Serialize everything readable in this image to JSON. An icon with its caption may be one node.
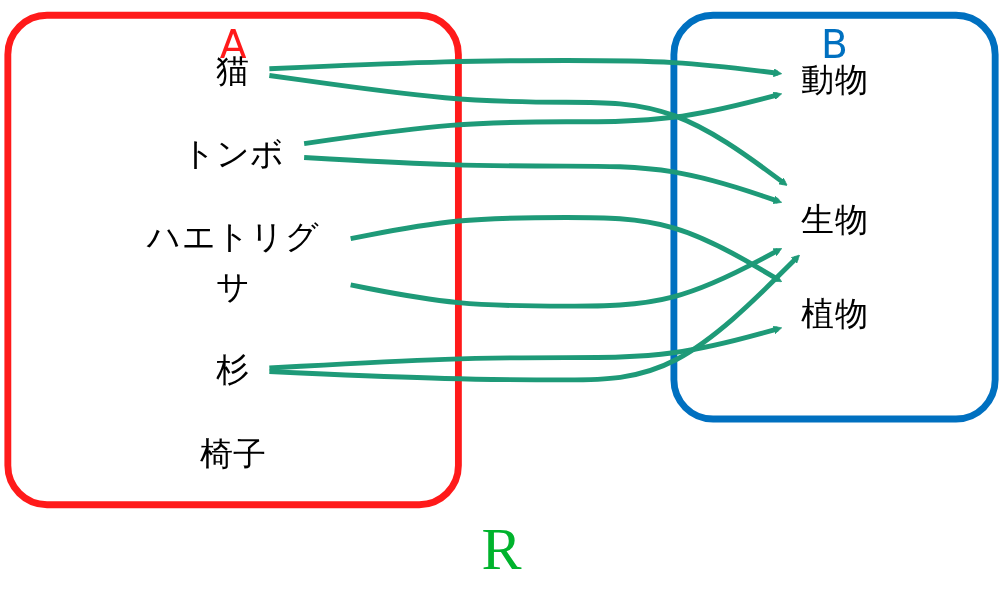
{
  "diagram": {
    "nodes": [
      {
        "text": [
          "A"
        ]
      },
      {
        "text": [
          "猫"
        ],
        "in": 0
      },
      {
        "text": [
          "トンボ"
        ],
        "in": 0
      },
      {
        "text": [
          "ハエトリグサ"
        ],
        "in": 0
      },
      {
        "text": [
          "杉"
        ],
        "in": 0
      },
      {
        "text": [
          "椅子"
        ],
        "in": 0
      },
      {
        "text": [
          "B"
        ]
      },
      {
        "text": [
          "動物"
        ],
        "in": 6
      },
      {
        "text": [
          "植物"
        ],
        "in": 6
      },
      {
        "text": [
          "生物"
        ],
        "in": 6
      }
    ],
    "edges": [
      {
        "from": 1,
        "to": 7,
        "arrow": "to"
      },
      {
        "from": 1,
        "to": 9,
        "arrow": "to"
      },
      {
        "from": 2,
        "to": 7,
        "arrow": "to"
      },
      {
        "from": 2,
        "to": 9,
        "arrow": "to"
      },
      {
        "from": 3,
        "to": 8,
        "arrow": "to"
      },
      {
        "from": 3,
        "to": 9,
        "arrow": "to"
      },
      {
        "from": 4,
        "to": 8,
        "arrow": "to"
      },
      {
        "from": 4,
        "to": 9,
        "arrow": "to"
      }
    ],
    "labels": [
      "R"
    ]
  }
}
